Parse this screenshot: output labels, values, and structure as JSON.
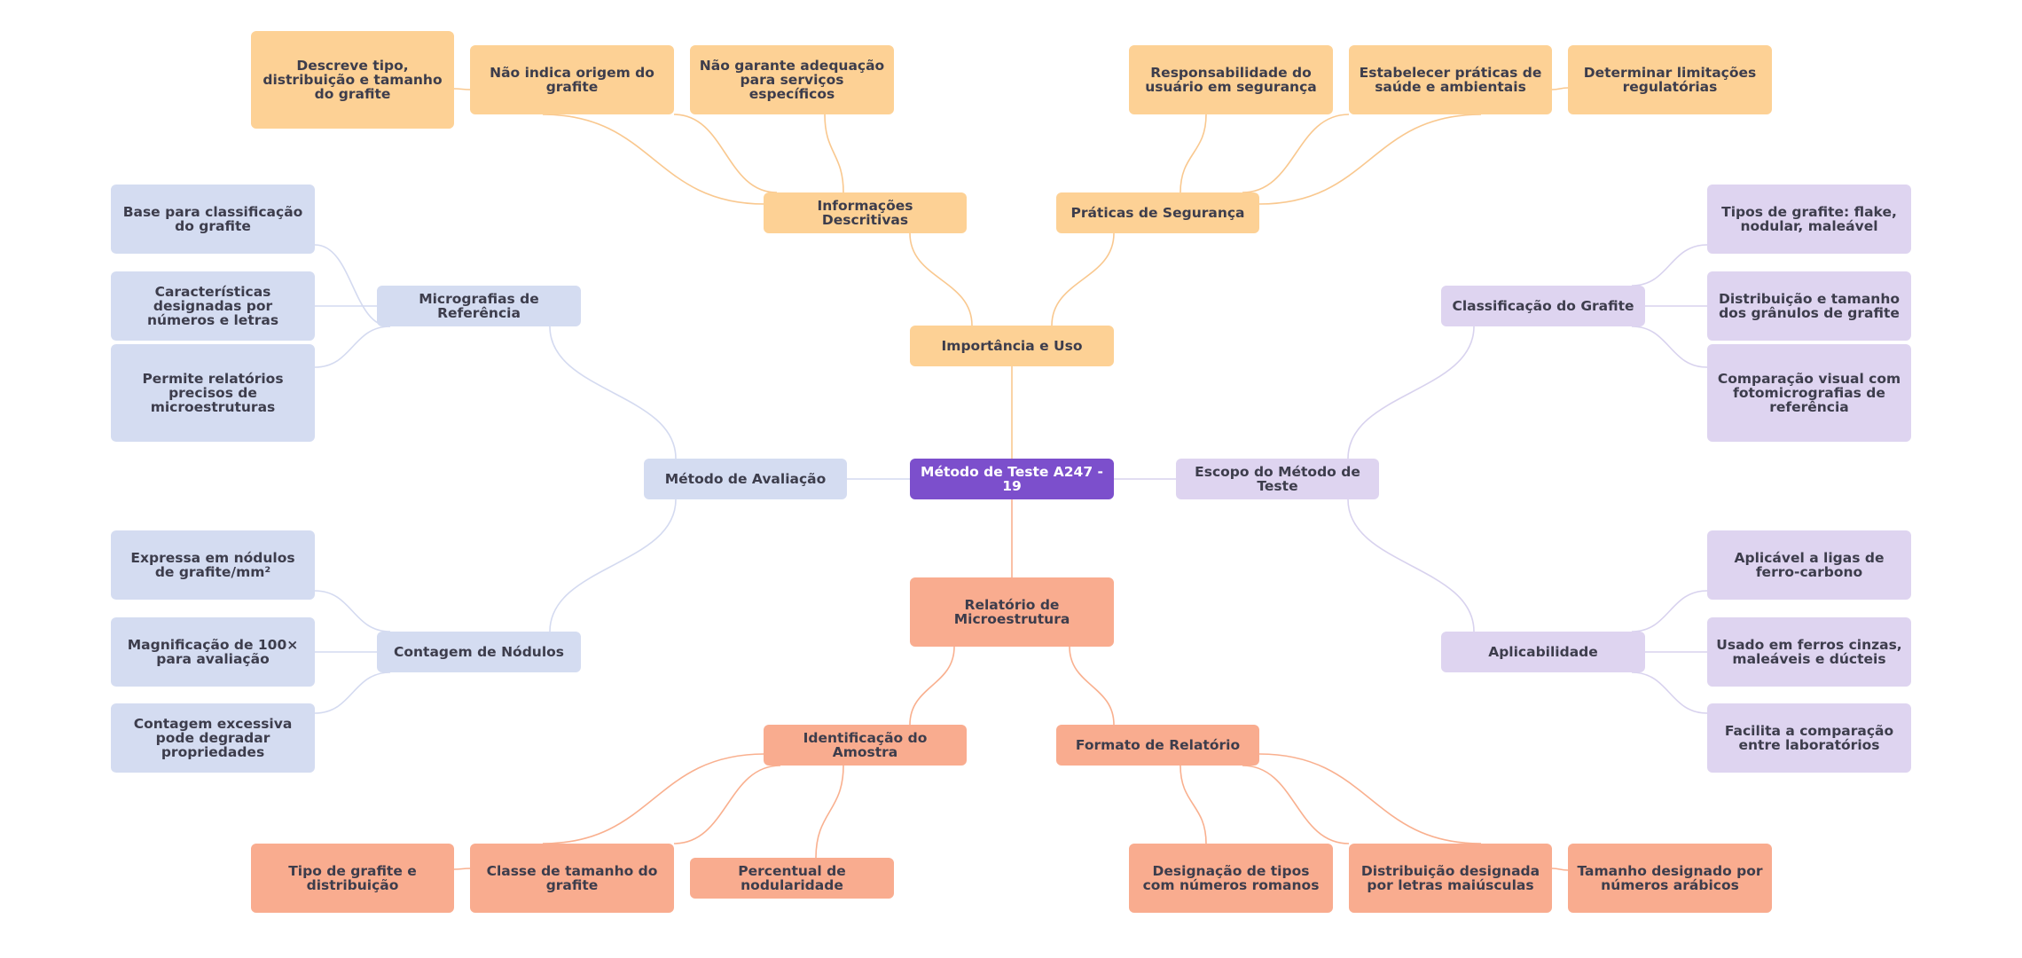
{
  "colors": {
    "center_bg": "#7c4fcc",
    "importancia_bg": "#fdd195",
    "importancia_line": "#f9c88f",
    "avaliacao_bg": "#d4dcf1",
    "avaliacao_line": "#d4daf0",
    "escopo_bg": "#ded4f0",
    "escopo_line": "#d8d2ee",
    "relatorio_bg": "#f9ac8f",
    "relatorio_line": "#f9b08f"
  },
  "center": "Método de Teste A247 - 19",
  "importancia": {
    "label": "Importância e Uso",
    "descritivas": {
      "label": "Informações Descritivas",
      "items": [
        "Descreve tipo, distribuição e tamanho do grafite",
        "Não indica origem do grafite",
        "Não garante adequação para serviços específicos"
      ]
    },
    "seguranca": {
      "label": "Práticas de Segurança",
      "items": [
        "Responsabilidade do usuário em segurança",
        "Estabelecer práticas de saúde e ambientais",
        "Determinar limitações regulatórias"
      ]
    }
  },
  "avaliacao": {
    "label": "Método de Avaliação",
    "micrografias": {
      "label": "Micrografias de Referência",
      "items": [
        "Base para classificação do grafite",
        "Características designadas por números e letras",
        "Permite relatórios precisos de microestruturas"
      ]
    },
    "contagem": {
      "label": "Contagem de Nódulos",
      "items": [
        "Expressa em nódulos de grafite/mm²",
        "Magnificação de 100× para avaliação",
        "Contagem excessiva pode degradar propriedades"
      ]
    }
  },
  "escopo": {
    "label": "Escopo do Método de Teste",
    "classificacao": {
      "label": "Classificação do Grafite",
      "items": [
        "Tipos de grafite: flake, nodular, maleável",
        "Distribuição e tamanho dos grânulos de grafite",
        "Comparação visual com fotomicrografias de referência"
      ]
    },
    "aplicabilidade": {
      "label": "Aplicabilidade",
      "items": [
        "Aplicável a ligas de ferro-carbono",
        "Usado em ferros cinzas, maleáveis e dúcteis",
        "Facilita a comparação entre laboratórios"
      ]
    }
  },
  "relatorio": {
    "label": "Relatório de Microestrutura",
    "identificacao": {
      "label": "Identificação do Amostra",
      "items": [
        "Tipo de grafite e distribuição",
        "Classe de tamanho do grafite",
        "Percentual de nodularidade"
      ]
    },
    "formato": {
      "label": "Formato de Relatório",
      "items": [
        "Designação de tipos com números romanos",
        "Distribuição designada por letras maiúsculas",
        "Tamanho designado por números arábicos"
      ]
    }
  }
}
